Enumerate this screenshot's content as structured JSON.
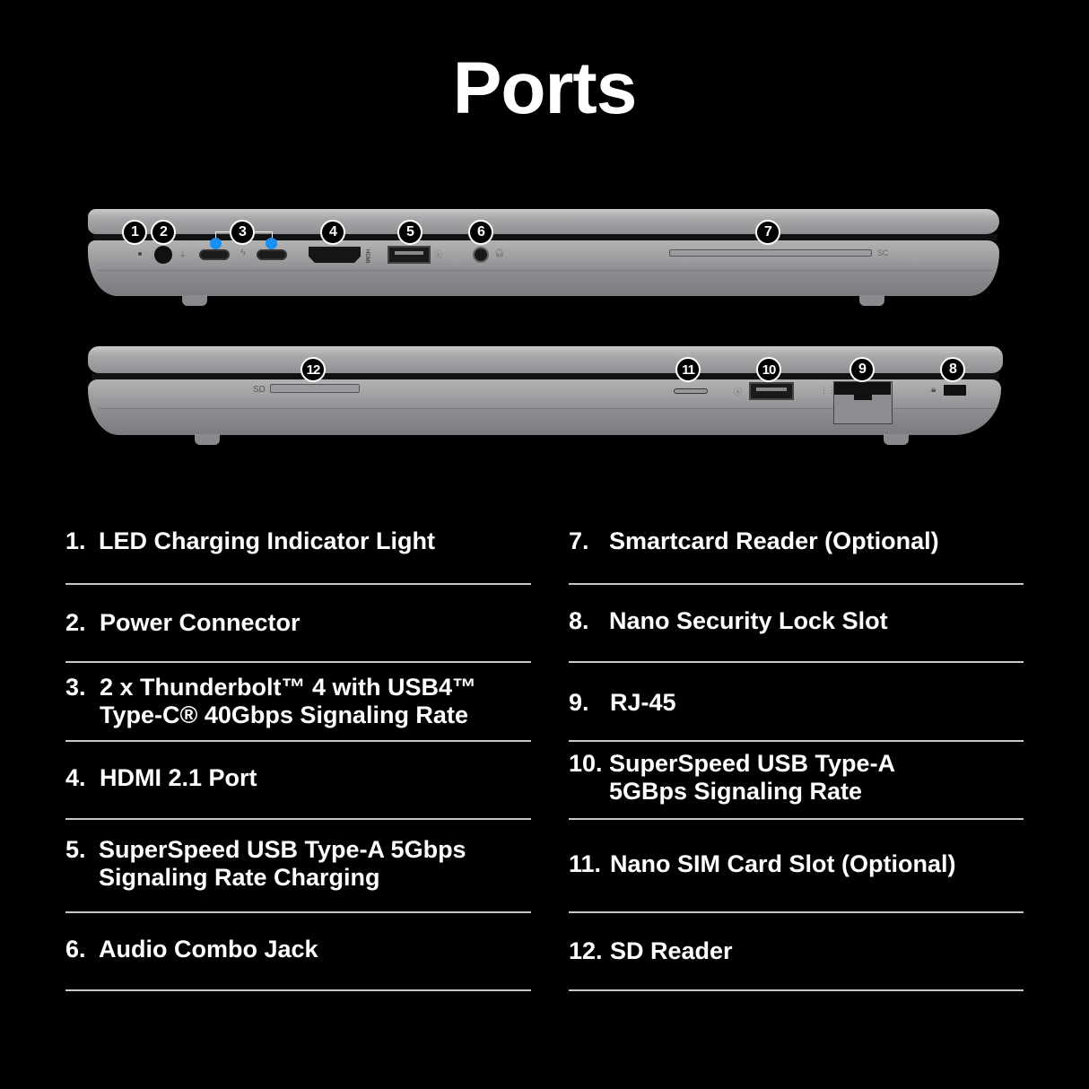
{
  "title": "Ports",
  "left_view": {
    "badges": [
      "1",
      "2",
      "3",
      "4",
      "5",
      "6",
      "7"
    ],
    "labels": {
      "smartcard": "SC"
    }
  },
  "right_view": {
    "badges": [
      "12",
      "11",
      "10",
      "9",
      "8"
    ],
    "labels": {
      "sd": "SD"
    }
  },
  "accent_color": "#1a8ff0",
  "ports_list": {
    "left": [
      {
        "num": "1.",
        "lines": [
          "LED Charging Indicator Light"
        ]
      },
      {
        "num": "2.",
        "lines": [
          "Power Connector"
        ]
      },
      {
        "num": "3.",
        "lines": [
          "2 x Thunderbolt™ 4 with USB4™",
          "Type-C® 40Gbps Signaling Rate"
        ]
      },
      {
        "num": "4.",
        "lines": [
          "HDMI 2.1 Port"
        ]
      },
      {
        "num": "5.",
        "lines": [
          "SuperSpeed USB Type-A 5Gbps",
          "Signaling Rate Charging"
        ]
      },
      {
        "num": "6.",
        "lines": [
          "Audio Combo Jack"
        ]
      }
    ],
    "right": [
      {
        "num": "7.",
        "lines": [
          "Smartcard Reader (Optional)"
        ]
      },
      {
        "num": "8.",
        "lines": [
          "Nano Security Lock Slot"
        ]
      },
      {
        "num": "9.",
        "lines": [
          "RJ-45"
        ]
      },
      {
        "num": "10.",
        "lines": [
          "SuperSpeed USB Type-A",
          "5GBps Signaling Rate"
        ]
      },
      {
        "num": "11.",
        "lines": [
          "Nano SIM Card Slot (Optional)"
        ]
      },
      {
        "num": "12.",
        "lines": [
          "SD Reader"
        ]
      }
    ]
  }
}
